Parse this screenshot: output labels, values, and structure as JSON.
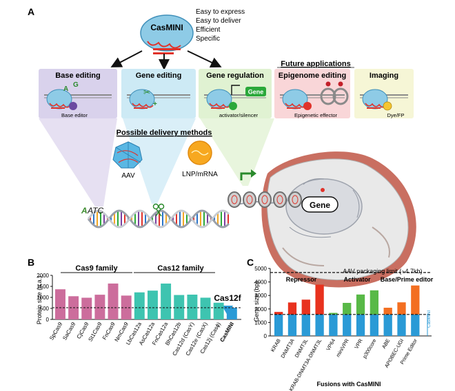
{
  "panelA": {
    "label": "A",
    "casmini": "CasMINI",
    "properties": [
      "Easy to express",
      "Easy to deliver",
      "Efficient",
      "Specific"
    ],
    "future_title": "Future applications",
    "boxes": [
      {
        "title": "Base editing",
        "sub": "Base editor",
        "color": "#d9d2ec"
      },
      {
        "title": "Gene editing",
        "sub": "",
        "color": "#cdeaf5"
      },
      {
        "title": "Gene regulation",
        "sub": "activator/silencer",
        "gene": "Gene",
        "color": "#e0f2d2"
      },
      {
        "title": "Epigenome editing",
        "sub": "Epigenetic effector",
        "color": "#f9d6d8"
      },
      {
        "title": "Imaging",
        "sub": "Dye/FP",
        "color": "#f6f6d6"
      }
    ],
    "delivery_title": "Possible delivery methods",
    "aav": "AAV",
    "lnp": "LNP/mRNA",
    "seq_a": "A",
    "seq_rest": "ATC",
    "gene_label": "Gene"
  },
  "panelB": {
    "label": "B",
    "family1": "Cas9 family",
    "family2": "Cas12 family",
    "cas12f": "Cas12f",
    "ylabel": "Protein size (a.a.)",
    "chart_data": {
      "type": "bar",
      "ylabel": "Protein size (a.a.)",
      "ylim": [
        0,
        2000
      ],
      "yticks": [
        0,
        500,
        1000,
        1500,
        2000
      ],
      "reference_line": 530,
      "categories": [
        "SpCas9",
        "SaCas9",
        "CjCas9",
        "St1Cas9",
        "FnCas9",
        "NmCas9",
        "LbCas12a",
        "AsCas12a",
        "FnCas12a",
        "BhCas12b",
        "Cas12d (CasY)",
        "Cas12e (CasX)",
        "Cas12j (Casϕ)",
        "CasMINI"
      ],
      "values": [
        1368,
        1053,
        984,
        1121,
        1629,
        1082,
        1228,
        1307,
        1628,
        1108,
        1125,
        986,
        757,
        529
      ],
      "colors": [
        "#cc6d9c",
        "#cc6d9c",
        "#cc6d9c",
        "#cc6d9c",
        "#cc6d9c",
        "#cc6d9c",
        "#3ec4b0",
        "#3ec4b0",
        "#3ec4b0",
        "#3ec4b0",
        "#3ec4b0",
        "#3ec4b0",
        "#3ec4b0",
        "#2a9ad6"
      ]
    }
  },
  "panelC": {
    "label": "C",
    "limit_label": "AAV packaging limit (~4.7kb)",
    "groups": [
      "Repressor",
      "Activator",
      "Base/Prime editor"
    ],
    "xlabel": "Fusions with CasMINI",
    "ylabel": "Gene size (bp)",
    "casmini_tag": "CasMINI",
    "chart_data": {
      "type": "bar",
      "stacked": true,
      "ylabel": "Gene size (bp)",
      "xlabel": "Fusions with CasMINI",
      "ylim": [
        0,
        5000
      ],
      "yticks": [
        0,
        1000,
        2000,
        3000,
        4000,
        5000
      ],
      "aav_limit": 4700,
      "casmini_size": 1590,
      "categories": [
        "KRAB",
        "DNMT3A",
        "DNMT3L",
        "KRAB-DNMT3A-DNMT3L",
        "VP64",
        "miniVPR",
        "VPR",
        "p300core",
        "ABE",
        "APOBEC-UGI",
        "Prime Editor"
      ],
      "series": [
        {
          "name": "CasMINI",
          "color": "#2a9ad6",
          "values": [
            1590,
            1590,
            1590,
            1590,
            1590,
            1590,
            1590,
            1590,
            1590,
            1590,
            1590
          ]
        },
        {
          "name": "Fusion",
          "colors": [
            "#e8321e",
            "#e8321e",
            "#e8321e",
            "#e8321e",
            "#58b947",
            "#58b947",
            "#58b947",
            "#58b947",
            "#f36f21",
            "#f36f21",
            "#f36f21"
          ],
          "values": [
            190,
            890,
            1100,
            2210,
            120,
            860,
            1480,
            1790,
            500,
            900,
            2150
          ]
        }
      ]
    }
  }
}
